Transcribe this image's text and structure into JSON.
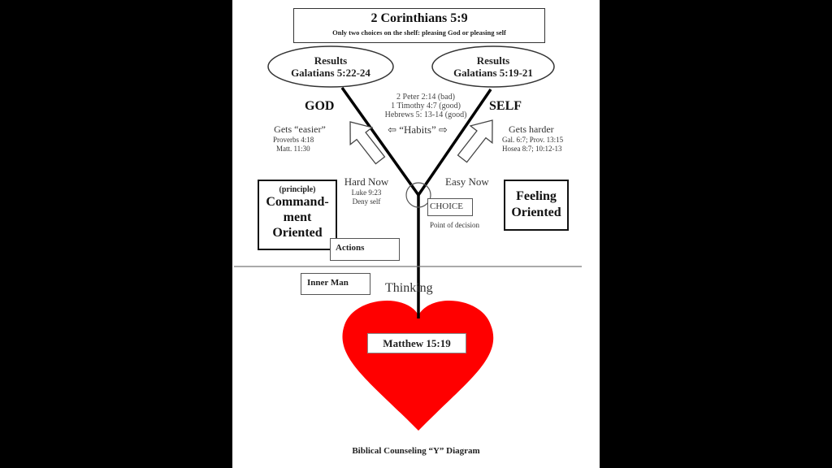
{
  "header": {
    "title": "2 Corinthians 5:9",
    "subtitle": "Only two choices on the shelf: pleasing God or pleasing self"
  },
  "left_branch": {
    "oval_line1": "Results",
    "oval_line2": "Galatians 5:22-24",
    "label": "GOD",
    "trend": "Gets “easier”",
    "refs": [
      "Proverbs 4:18",
      "Matt. 11:30"
    ],
    "now_label": "Hard Now",
    "now_refs": [
      "Luke 9:23",
      "Deny self"
    ],
    "box_small": "(principle)",
    "box_lines": [
      "Command-",
      "ment",
      "Oriented"
    ],
    "actions_label": "Actions"
  },
  "right_branch": {
    "oval_line1": "Results",
    "oval_line2": "Galatians 5:19-21",
    "label": "SELF",
    "trend": "Gets harder",
    "refs": [
      "Gal. 6:7; Prov. 13:15",
      "Hosea 8:7; 10:12-13"
    ],
    "now_label": "Easy Now",
    "box_lines": [
      "Feeling",
      "Oriented"
    ]
  },
  "center": {
    "refs": [
      "2 Peter 2:14 (bad)",
      "1 Timothy 4:7 (good)",
      "Hebrews 5:  13-14 (good)"
    ],
    "habits": "⇦ “Habits” ⇨",
    "choice": "CHOICE",
    "choice_caption": "Point of decision"
  },
  "lower": {
    "inner_man": "Inner Man",
    "thinking": "Thinking",
    "heart_ref": "Matthew 15:19",
    "heart_color": "#FF0000"
  },
  "footer": {
    "caption": "Biblical Counseling “Y” Diagram"
  }
}
